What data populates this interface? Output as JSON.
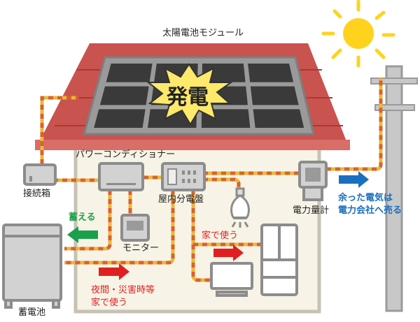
{
  "title": "太陽電池モジュール",
  "burst_label": "発電",
  "devices": {
    "junction_box": "接続箱",
    "power_conditioner": "パワーコンディショナー",
    "distribution_board": "屋内分電盤",
    "monitor": "モニター",
    "meter": "電力量計",
    "battery": "蓄電池"
  },
  "flows": {
    "store": "蓄える",
    "night_use_line1": "夜間・災害時等",
    "night_use_line2": "家で使う",
    "home_use": "家で使う",
    "sell_line1": "余った電気は",
    "sell_line2": "電力会社へ売る"
  },
  "colors": {
    "green": "#1aa04a",
    "red": "#e02020",
    "blue": "#1a6fc0",
    "roof": "#c9534e",
    "sun": "#ffd21e"
  }
}
